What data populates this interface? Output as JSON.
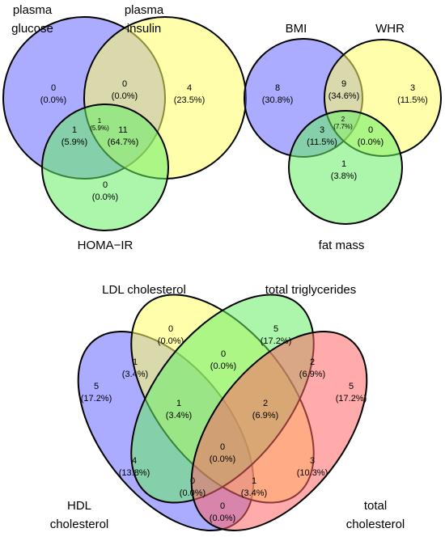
{
  "venn1": {
    "sets": [
      {
        "label_lines": [
          "plasma",
          "glucose"
        ],
        "color": "#6666ff"
      },
      {
        "label_lines": [
          "plasma",
          "insulin"
        ],
        "color": "#ffff66"
      },
      {
        "label_lines": [
          "HOMA−IR"
        ],
        "color": "#66ee66"
      }
    ],
    "regions": {
      "a_only": {
        "count": "0",
        "pct": "(0.0%)"
      },
      "ab": {
        "count": "0",
        "pct": "(0.0%)"
      },
      "b_only": {
        "count": "4",
        "pct": "(23.5%)"
      },
      "ac": {
        "count": "1",
        "pct": "(5.9%)"
      },
      "abc": {
        "count": "1",
        "pct": "(5.9%)"
      },
      "bc": {
        "count": "11",
        "pct": "(64.7%)"
      },
      "c_only": {
        "count": "0",
        "pct": "(0.0%)"
      }
    }
  },
  "venn2": {
    "sets": [
      {
        "label_lines": [
          "BMI"
        ],
        "color": "#6666ff"
      },
      {
        "label_lines": [
          "WHR"
        ],
        "color": "#ffff66"
      },
      {
        "label_lines": [
          "fat mass"
        ],
        "color": "#66ee66"
      }
    ],
    "regions": {
      "a_only": {
        "count": "8",
        "pct": "(30.8%)"
      },
      "ab": {
        "count": "9",
        "pct": "(34.6%)"
      },
      "b_only": {
        "count": "3",
        "pct": "(11.5%)"
      },
      "ac": {
        "count": "3",
        "pct": "(11.5%)"
      },
      "abc": {
        "count": "2",
        "pct": "(7.7%)"
      },
      "bc": {
        "count": "0",
        "pct": "(0.0%)"
      },
      "c_only": {
        "count": "1",
        "pct": "(3.8%)"
      }
    }
  },
  "venn3": {
    "sets": [
      {
        "label_lines": [
          "HDL",
          "cholesterol"
        ],
        "color": "#6666ff"
      },
      {
        "label_lines": [
          "LDL cholesterol"
        ],
        "color": "#ffff66"
      },
      {
        "label_lines": [
          "total triglycerides"
        ],
        "color": "#66ee66"
      },
      {
        "label_lines": [
          "total",
          "cholesterol"
        ],
        "color": "#ff6666"
      }
    ],
    "regions": {
      "hdl_only": {
        "count": "5",
        "pct": "(17.2%)"
      },
      "ldl_only": {
        "count": "0",
        "pct": "(0.0%)"
      },
      "tg_only": {
        "count": "5",
        "pct": "(17.2%)"
      },
      "tc_only": {
        "count": "5",
        "pct": "(17.2%)"
      },
      "hdl_ldl": {
        "count": "1",
        "pct": "(3.4%)"
      },
      "ldl_tg": {
        "count": "0",
        "pct": "(0.0%)"
      },
      "tg_tc": {
        "count": "2",
        "pct": "(6.9%)"
      },
      "hdl_ldl_tg": {
        "count": "1",
        "pct": "(3.4%)"
      },
      "ldl_tg_tc": {
        "count": "2",
        "pct": "(6.9%)"
      },
      "all4": {
        "count": "0",
        "pct": "(0.0%)"
      },
      "hdl_tg": {
        "count": "4",
        "pct": "(13.8%)"
      },
      "ldl_tc": {
        "count": "3",
        "pct": "(10.3%)"
      },
      "hdl_tg_tc": {
        "count": "0",
        "pct": "(0.0%)"
      },
      "hdl_ldl_tc": {
        "count": "1",
        "pct": "(3.4%)"
      },
      "hdl_tc": {
        "count": "0",
        "pct": "(0.0%)"
      }
    }
  }
}
